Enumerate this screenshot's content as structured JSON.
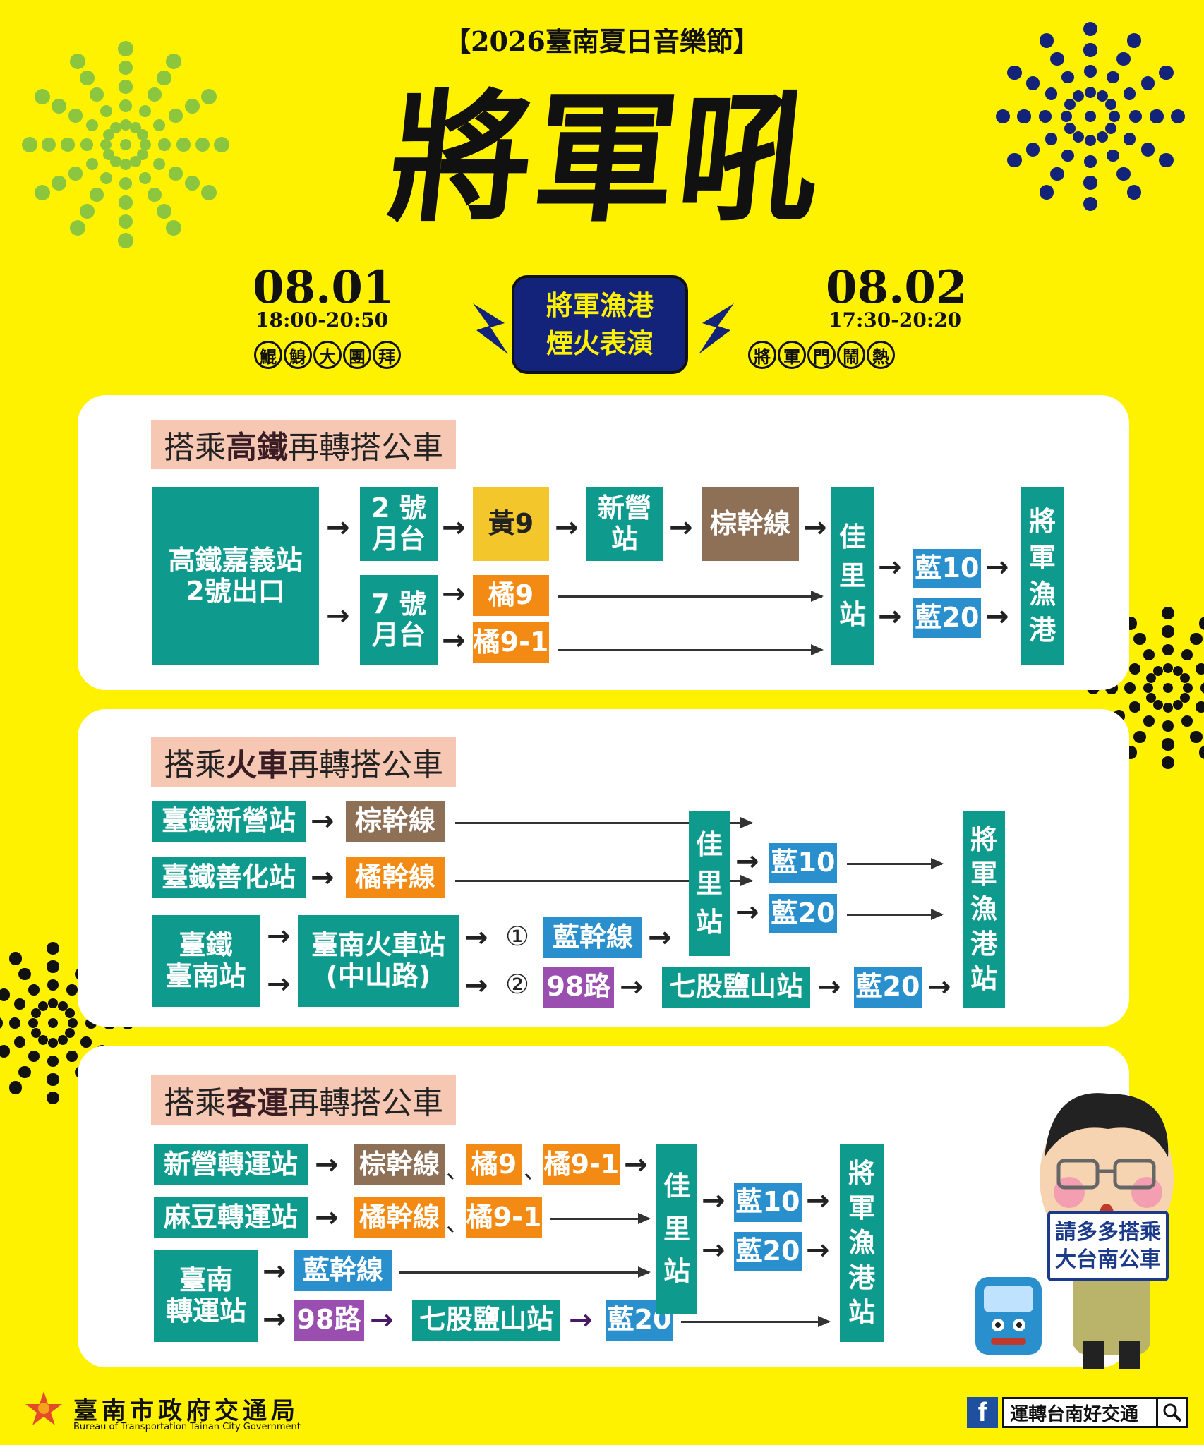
{
  "header": {
    "tag": "【2026臺南夏日音樂節】",
    "title": "將軍吼"
  },
  "events": {
    "left": {
      "date": "08.01",
      "time": "18:00-20:50",
      "name_chars": [
        "鯤",
        "鯓",
        "大",
        "團",
        "拜"
      ]
    },
    "center": {
      "line1": "將軍漁港",
      "line2": "煙火表演"
    },
    "right": {
      "date": "08.02",
      "time": "17:30-20:20",
      "name_chars": [
        "將",
        "軍",
        "門",
        "鬧",
        "熱"
      ]
    }
  },
  "hsr": {
    "title_pre": "搭乘",
    "title_bold": "高鐵",
    "title_post": "再轉搭公車",
    "origin": "高鐵嘉義站\n2號出口",
    "platform2": "2 號\n月台",
    "platform7": "7 號\n月台",
    "yellow9": "黃9",
    "xinying": "新營\n站",
    "zongganxian": "棕幹線",
    "orange9": "橘9",
    "orange9_1": "橘9-1",
    "jiali": "佳\n里\n站",
    "blue10": "藍10",
    "blue20": "藍20",
    "dest": "將\n軍\n漁\n港"
  },
  "train": {
    "title_pre": "搭乘",
    "title_bold": "火車",
    "title_post": "再轉搭公車",
    "xinying": "臺鐵新營站",
    "zongganxian": "棕幹線",
    "shanhua": "臺鐵善化站",
    "orangegan": "橘幹線",
    "tainan": "臺鐵\n臺南站",
    "tainan_bus": "臺南火車站\n(中山路)",
    "opt1": "①",
    "opt2": "②",
    "languan": "藍幹線",
    "r98": "98路",
    "qigu": "七股鹽山站",
    "blue20b": "藍20",
    "jiali": "佳\n里\n站",
    "blue10": "藍10",
    "blue20": "藍20",
    "dest": "將\n軍\n漁\n港\n站"
  },
  "coach": {
    "title_pre": "搭乘",
    "title_bold": "客運",
    "title_post": "再轉搭公車",
    "xinying": "新營轉運站",
    "zongganxian": "棕幹線",
    "orange9": "橘9",
    "orange9_1": "橘9-1",
    "madou": "麻豆轉運站",
    "orangegan": "橘幹線",
    "orange9_1b": "橘9-1",
    "tainan": "臺南\n轉運站",
    "languan": "藍幹線",
    "r98": "98路",
    "qigu": "七股鹽山站",
    "blue20b": "藍20",
    "jiali": "佳\n里\n站",
    "blue10": "藍10",
    "blue20": "藍20",
    "dest": "將\n軍\n漁\n港\n站",
    "sep": "、"
  },
  "mascot_sign": "請多多搭乘\n大台南公車",
  "footer": {
    "org_cn": "臺南市政府交通局",
    "org_en": "Bureau of Transportation Tainan City Government",
    "fb_label": "運轉台南好交通",
    "fb_icon": "f"
  },
  "colors": {
    "background": "#fff200",
    "teal": "#0f9a8e",
    "orange": "#f28a13",
    "blue": "#2a8fcd",
    "purple": "#9a4fb0",
    "brown": "#8e7057",
    "navy": "#13237a",
    "green_burst": "#8cc63f"
  }
}
